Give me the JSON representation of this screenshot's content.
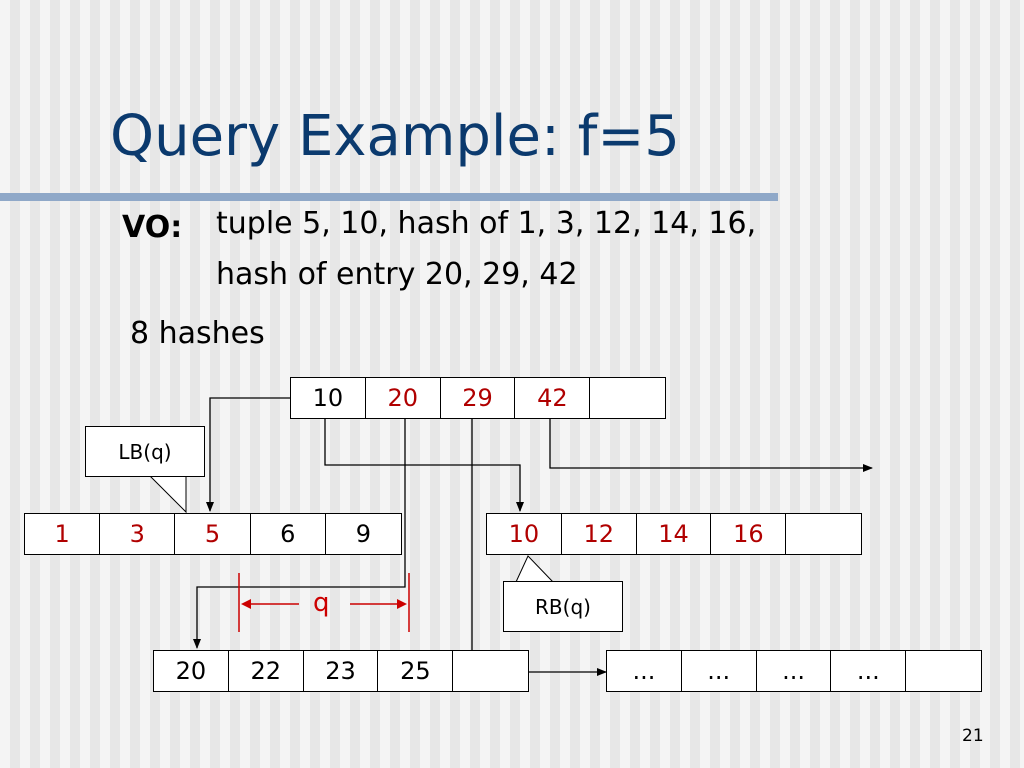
{
  "slide": {
    "title": "Query Example: f=5",
    "vo_label": "VO:",
    "vo_line1": "tuple 5,  10,  hash of 1, 3, 12, 14, 16,",
    "vo_line2": "hash of entry 20, 29, 42",
    "hash_count": "8 hashes",
    "page_number": "21"
  },
  "diagram": {
    "root_node": [
      {
        "text": "10",
        "highlight": false
      },
      {
        "text": "20",
        "highlight": true
      },
      {
        "text": "29",
        "highlight": true
      },
      {
        "text": "42",
        "highlight": true
      },
      {
        "text": "",
        "highlight": false
      }
    ],
    "left_leaf": [
      {
        "text": "1",
        "highlight": true
      },
      {
        "text": "3",
        "highlight": true
      },
      {
        "text": "5",
        "highlight": true
      },
      {
        "text": "6",
        "highlight": false
      },
      {
        "text": "9",
        "highlight": false
      }
    ],
    "right_leaf": [
      {
        "text": "10",
        "highlight": true
      },
      {
        "text": "12",
        "highlight": true
      },
      {
        "text": "14",
        "highlight": true
      },
      {
        "text": "16",
        "highlight": true
      },
      {
        "text": "",
        "highlight": false
      }
    ],
    "bottom_left_leaf": [
      {
        "text": "20",
        "highlight": false
      },
      {
        "text": "22",
        "highlight": false
      },
      {
        "text": "23",
        "highlight": false
      },
      {
        "text": "25",
        "highlight": false
      },
      {
        "text": "",
        "highlight": false
      }
    ],
    "bottom_right_leaf": [
      {
        "text": "...",
        "highlight": false
      },
      {
        "text": "...",
        "highlight": false
      },
      {
        "text": "...",
        "highlight": false
      },
      {
        "text": "...",
        "highlight": false
      },
      {
        "text": "",
        "highlight": false
      }
    ],
    "lb_callout": "LB(q)",
    "rb_callout": "RB(q)",
    "range_label": "q",
    "colors": {
      "title": "#0b3a6e",
      "highlight_text": "#b00000",
      "range_marker": "#cc0000",
      "title_rule": "#8fa8c8"
    }
  }
}
